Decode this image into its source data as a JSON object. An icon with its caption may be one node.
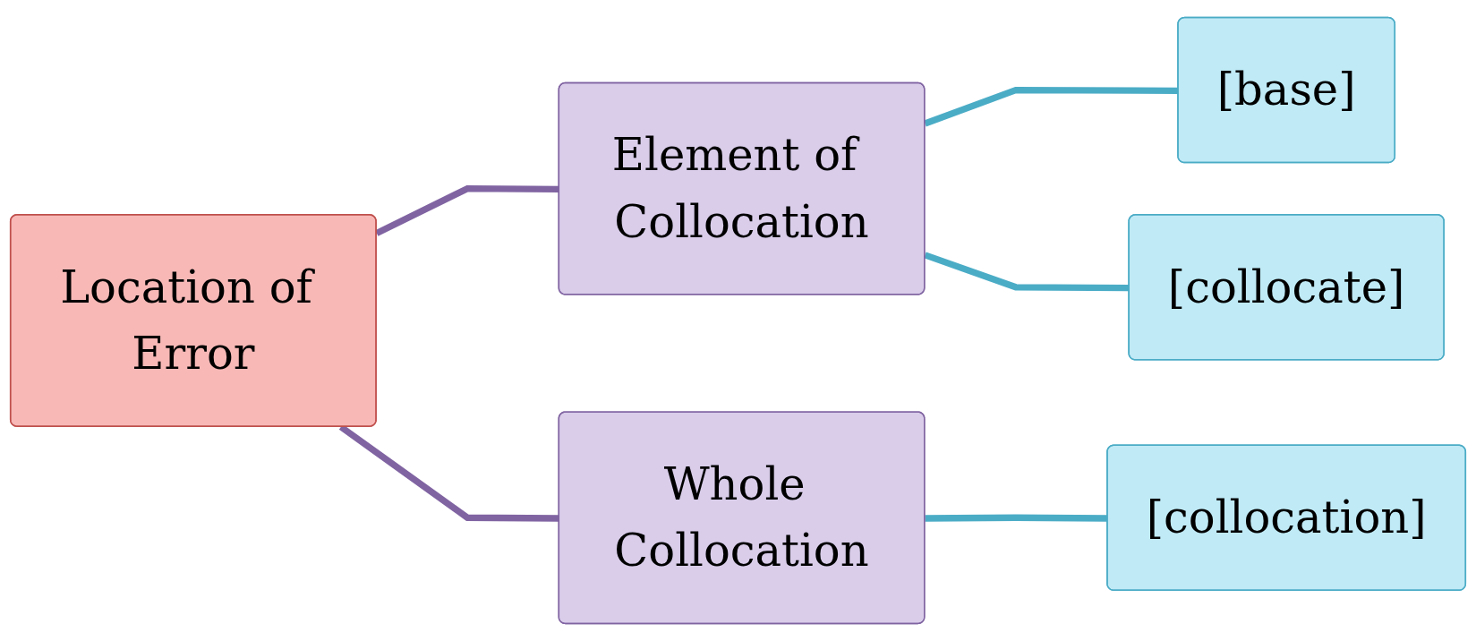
{
  "diagram": {
    "nodes": [
      {
        "text": [
          "Location of Error"
        ]
      },
      {
        "text": [
          "Element of Collocation"
        ]
      },
      {
        "text": [
          "[base]"
        ]
      },
      {
        "text": [
          "[collocate]"
        ]
      },
      {
        "text": [
          "Whole Collocation"
        ]
      },
      {
        "text": [
          "[collocation]"
        ]
      }
    ],
    "edges": [
      {
        "from": 0,
        "to": 1,
        "arrow": "none",
        "color": "#8064a2"
      },
      {
        "from": 0,
        "to": 4,
        "arrow": "none",
        "color": "#8064a2"
      },
      {
        "from": 1,
        "to": 2,
        "arrow": "none"
      },
      {
        "from": 1,
        "to": 3,
        "arrow": "none"
      },
      {
        "from": 4,
        "to": 5,
        "arrow": "none"
      }
    ]
  }
}
